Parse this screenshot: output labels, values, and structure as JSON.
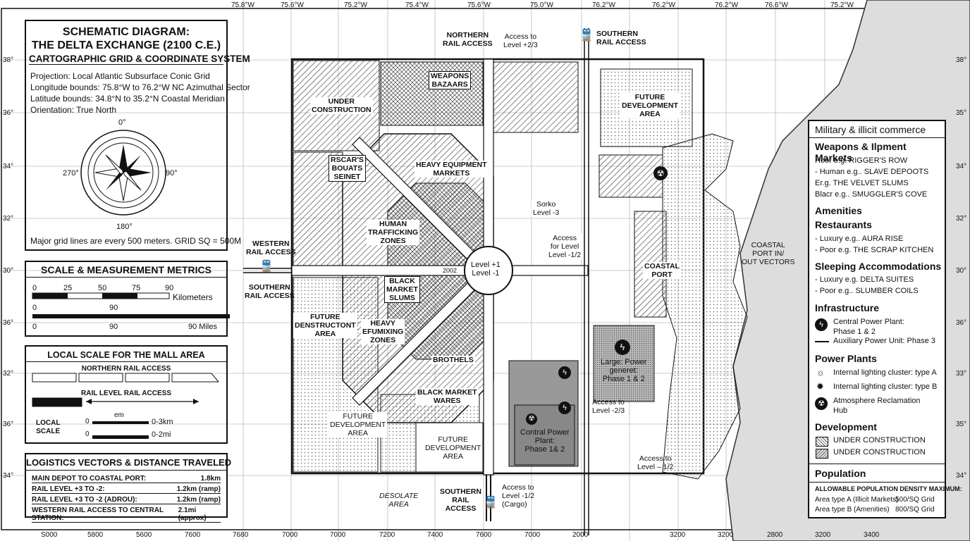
{
  "top_lon": [
    "75.8°W",
    "75.6°W",
    "75.2°W",
    "75.4°W",
    "75.6°W",
    "75.0°W",
    "76.2°W",
    "76.2°W",
    "76.2°W",
    "76.6°W",
    "75.2°W"
  ],
  "bottom_x": [
    "S000",
    "5800",
    "5600",
    "7600",
    "7680",
    "7000",
    "7000",
    "7200",
    "7400",
    "7600",
    "7000",
    "2000",
    "3200",
    "3200",
    "2800",
    "3200",
    "3400"
  ],
  "left_lat": [
    "38°",
    "36°",
    "34°",
    "32°",
    "30°",
    "36°",
    "32°",
    "36°",
    "34°"
  ],
  "right_lat": [
    "38°",
    "35°",
    "34°",
    "32°",
    "30°",
    "36°",
    "33°",
    "35°",
    "34°"
  ],
  "title": {
    "line1": "SCHEMATIC DIAGRAM:",
    "line2": "THE DELTA EXCHANGE (2100 C.E.)",
    "subtitle": "CARTOGRAPHIC GRID & COORDINATE SYSTEM",
    "projection": "Projection: Local Atlantic Subsurface Conic Grid",
    "longitude": "Longitude bounds: 75.8°W to 76.2°W NC Azimuthal Sector",
    "latitude": "Latitude bounds: 34.8°N to 35.2°N Coastal Meridian",
    "orientation": "Orientation: True North",
    "grid_note": "Major grid lines are every 500 meters. GRID SQ = 500M"
  },
  "compass": {
    "n": "0°",
    "e": "90°",
    "s": "180°",
    "w": "270°"
  },
  "scale": {
    "title": "SCALE & MEASUREMENT METRICS",
    "km_ticks": [
      "0",
      "25",
      "50",
      "75",
      "90"
    ],
    "km_unit": "Kilometers",
    "mid_ticks": [
      "0",
      "90"
    ],
    "mi_ticks": [
      "0",
      "90",
      "90 Miles"
    ]
  },
  "local_scale": {
    "title": "LOCAL SCALE FOR THE MALL AREA",
    "northern": "NORTHERN RAIL ACCESS",
    "rail_level": "RAIL LEVEL RAIL ACCESS",
    "label": "LOCAL\nSCALE",
    "em": "em",
    "km_zero": "0",
    "km": "0-3km",
    "mi_zero": "0",
    "mi": "0-2mi"
  },
  "logistics": {
    "title": "LOGISTICS VECTORS & DISTANCE TRAVELED",
    "rows": [
      {
        "k": "MAIN DEPOT TO COASTAL PORT:",
        "v": "1.8km"
      },
      {
        "k": "RAIL LEVEL +3 TO -2:",
        "v": "1.2km (ramp)"
      },
      {
        "k": "RAIL LEVEL +3 TO -2 (ADROU):",
        "v": "1.2km (ramp)"
      },
      {
        "k": "WESTERN RAIL ACCESS TO CENTRAL STATION:",
        "v": "2.1mi (approx)"
      }
    ]
  },
  "map_labels": {
    "northern_rail": "NORTHERN\nRAIL ACCESS",
    "access_top": "Access to\nLevel +2/3",
    "southern_rail_top": "SOUTHERN\nRAIL ACCESS",
    "under_construction": "UNDER\nCONSTRUCTION",
    "weapons": "WEAPONS\nBAZAARS",
    "future_top": "FUTURE\nDEVELOPMENT\nAREA",
    "rscars": "RSCAR'S\nBOUATS\nSEINET",
    "heavy_equipment": "HEAVY EQUIPMENT\nMARKETS",
    "sorko": "Sorko\nLevel -3",
    "human_trafficking": "HUMAN\nTRAFFICKING\nZONES",
    "access_mid": "Access\nfor Level\nLevel -1/2",
    "western_rail": "WESTERN\nRAIL ACCESS",
    "southern_rail_left": "SOUTHERN\nRAIL ACCESS",
    "hub_code": "2002",
    "hub": "Level +1\nLevel -1",
    "coastal_port": "COASTAL\nPORT",
    "coastal_vectors": "COASTAL\nPORT IN/\nOUT VECTORS",
    "black_market_slums": "BLACK\nMARKET\nSLUMS",
    "future_denstruct": "FUTURE\nDENSTRUCTONT\nAREA",
    "heavy_efum": "HEAVY\nEFUMIXING\nZONES",
    "large_power": "Large: Power\ngeneret:\nPhase 1 & 2",
    "brothels": "BROTHELS",
    "black_market_wares": "BLACK MARKET\nWARES",
    "access_right": "Access to\nLevel -2/3",
    "future_bottom_left": "FUTURE\nDEVELOPMENT\nAREA",
    "future_bottom_mid": "FUTURE\nDEVELOPMENT\nAREA",
    "central_power": "Contral Power\nPlant:\nPhase 1& 2",
    "access_bottom_right": "Access to\nLevel – 1/2",
    "desolate": "DESOLATE\nAREA",
    "southern_rail_bottom": "SOUTHERN\nRAIL\nACCESS",
    "access_cargo": "Access to\nLevel -1/2\n(Cargo)"
  },
  "legend": {
    "title": "Military & illicit commerce",
    "weapons_head": "Weapons & Ilpment Markets",
    "weapons_items": [
      "Hoor e.g. RIGGER'S ROW",
      "- Human e.g.. SLAVE DEPOOTS",
      "Er.g. THE VELVET SLUMS",
      "Blacr e.g.. SMUGGLER'S COVE"
    ],
    "amenities": "Amenities",
    "restaurants": "Restaurants",
    "restaurant_items": [
      "- Luxury e.g.. AURA RISE",
      "- Poor e.g. THE SCRAP KITCHEN"
    ],
    "sleeping": "Sleeping Accommodations",
    "sleeping_items": [
      "- Luxury e.g. DELTA SUITES",
      "- Poor e.g.. SLUMBER COILS"
    ],
    "infrastructure": "Infrastructure",
    "central_plant": "Central Power Plant:\nPhase 1 & 2",
    "aux_unit": "Auxiliary Power Unit: Phase 3",
    "power_plants": "Power Plants",
    "lighting_a": "Internal lighting cluster: type A",
    "lighting_b": "Internal lighting cluster: type B",
    "atmosphere": "Atmosphere Reclamation\nHub",
    "development": "Development",
    "dev_a": "UNDER CONSTRUCTION",
    "dev_b": "UNDER CONSTRUCTION",
    "population": "Population",
    "pop_head": "ALLOWABLE POPULATION DENSITY MAXIMUM:",
    "pop_a_k": "Area type A (Illicit Markets)",
    "pop_a_v": "500/SQ Grid",
    "pop_b_k": "Area type B (Amenities)",
    "pop_b_v": "800/SQ Grid"
  }
}
